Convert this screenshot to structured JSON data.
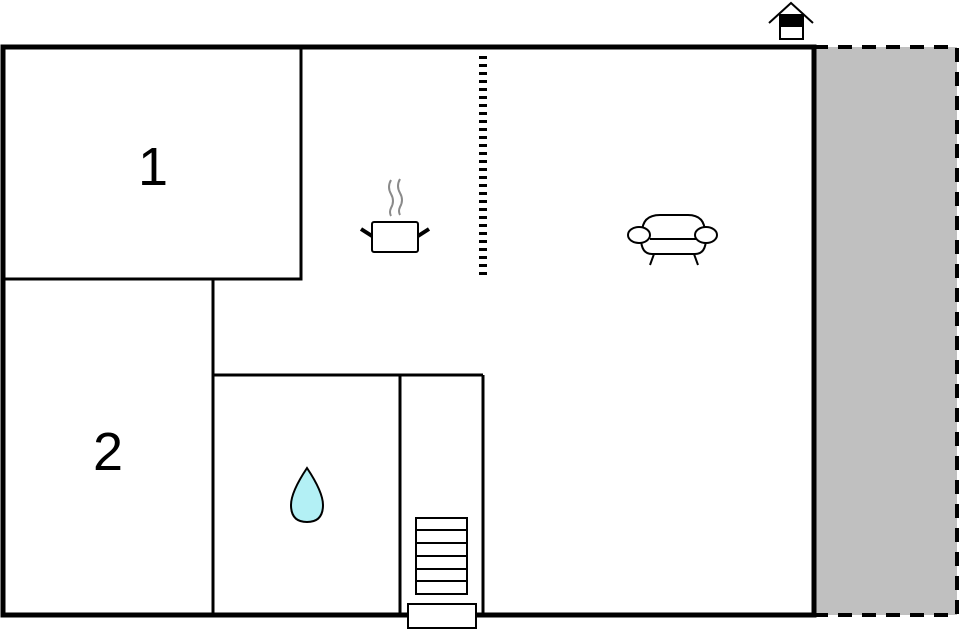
{
  "floorplan": {
    "rooms": [
      {
        "id": "bedroom-1",
        "label": "1"
      },
      {
        "id": "bedroom-2",
        "label": "2"
      }
    ],
    "icons": {
      "kitchen": "cooking-pot-icon",
      "living": "sofa-icon",
      "bathroom": "water-drop-icon",
      "stairs": "stairs-icon",
      "outdoor": "house-icon"
    },
    "colors": {
      "wall": "#000000",
      "terrace": "#c0c0c0",
      "water": "#b3f0f5",
      "steam": "#8a8a8a",
      "background": "#ffffff"
    }
  }
}
